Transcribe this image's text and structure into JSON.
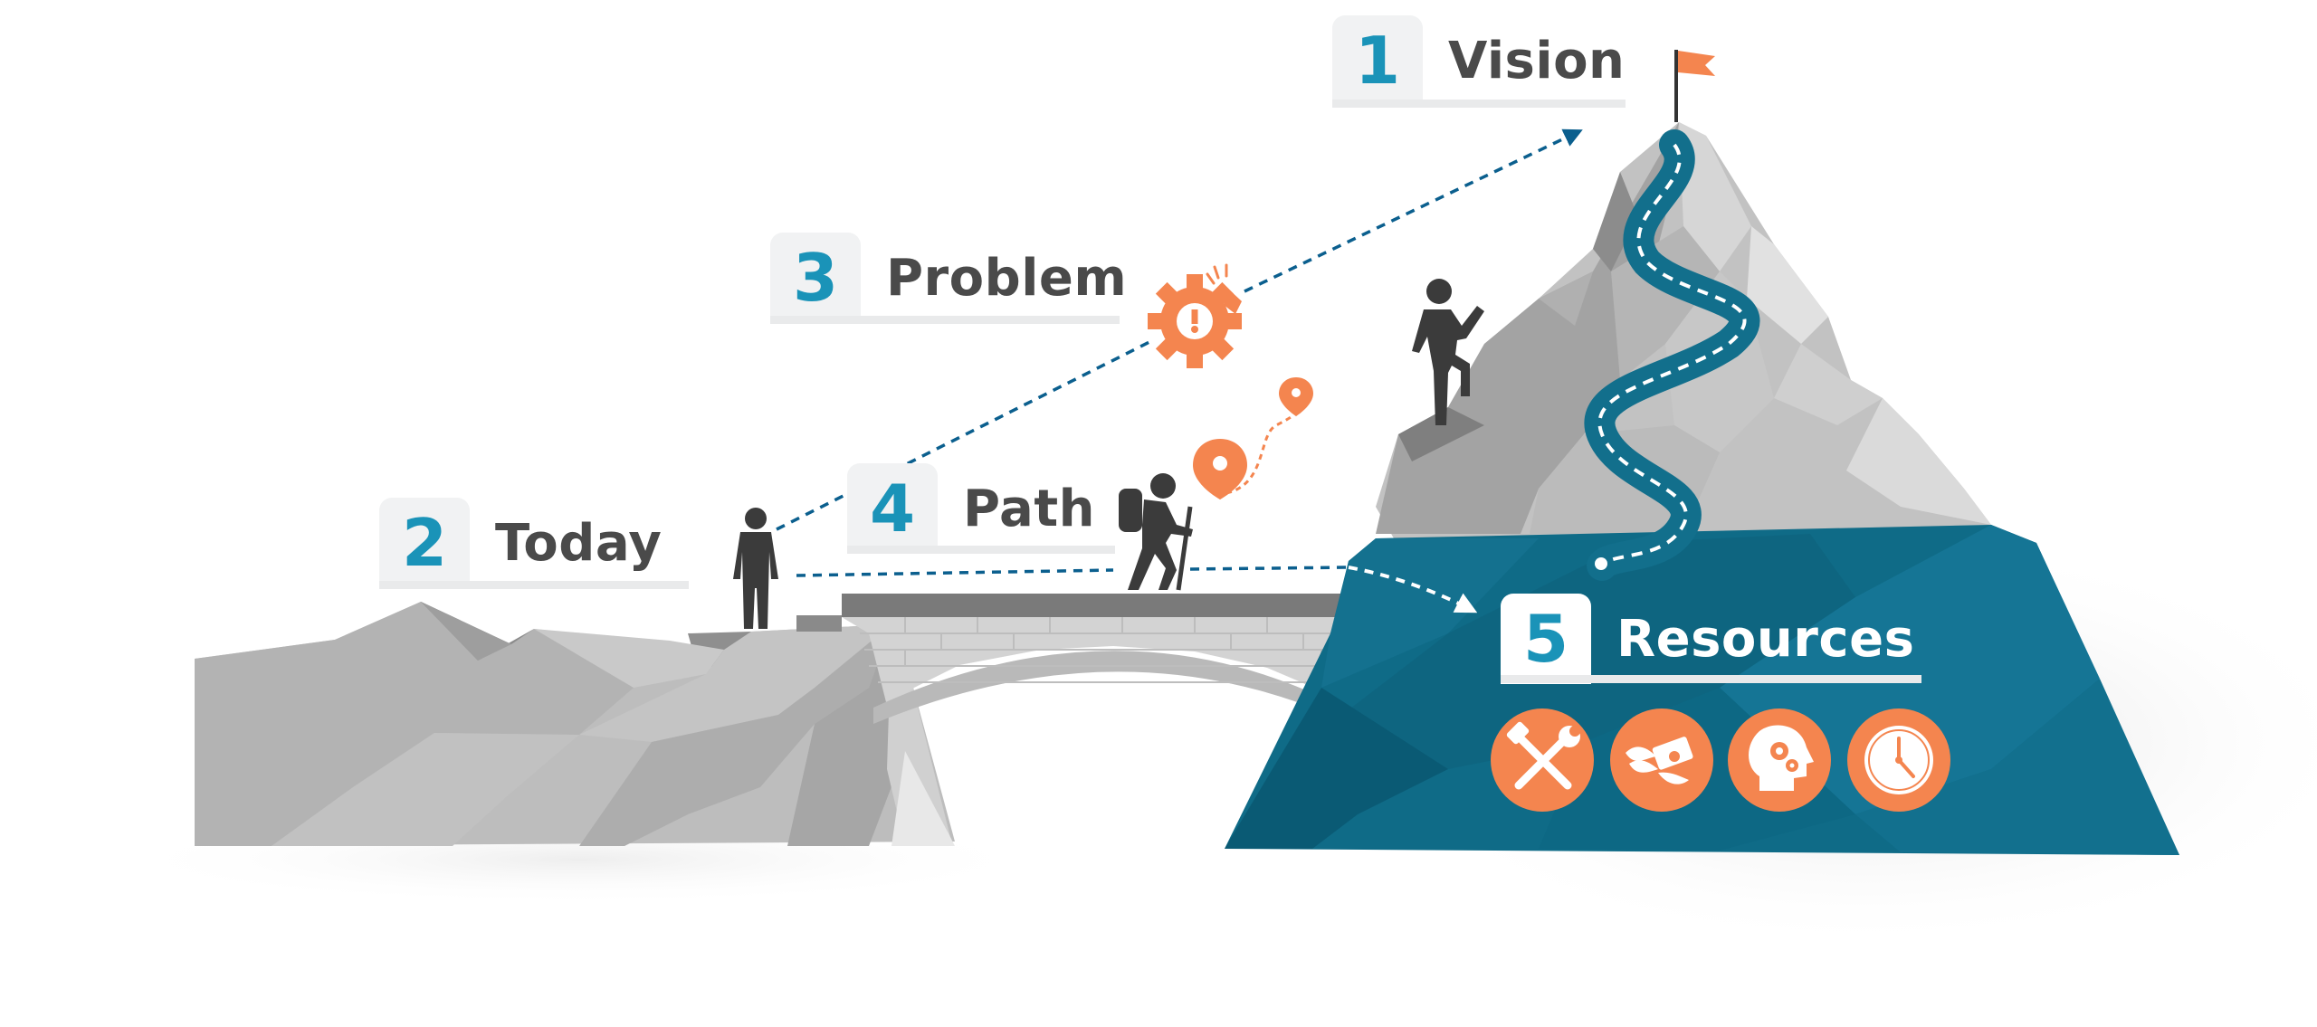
{
  "steps": [
    {
      "number": "1",
      "label": "Vision"
    },
    {
      "number": "2",
      "label": "Today"
    },
    {
      "number": "3",
      "label": "Problem"
    },
    {
      "number": "4",
      "label": "Path"
    },
    {
      "number": "5",
      "label": "Resources"
    }
  ],
  "resources": [
    {
      "icon": "tools-icon"
    },
    {
      "icon": "flying-money-icon"
    },
    {
      "icon": "head-gears-icon"
    },
    {
      "icon": "clock-icon"
    }
  ],
  "icons": {
    "flag": "flag-icon",
    "problem": "gear-alert-icon",
    "map_pins": "map-pin-icon"
  },
  "colors": {
    "number": "#1a93b8",
    "mountain_blue": "#0f6b87",
    "orange": "#f4854f",
    "arrow": "#0b5f8e",
    "rock_gray": "#b9b9b9",
    "text": "#4a4a4a"
  }
}
